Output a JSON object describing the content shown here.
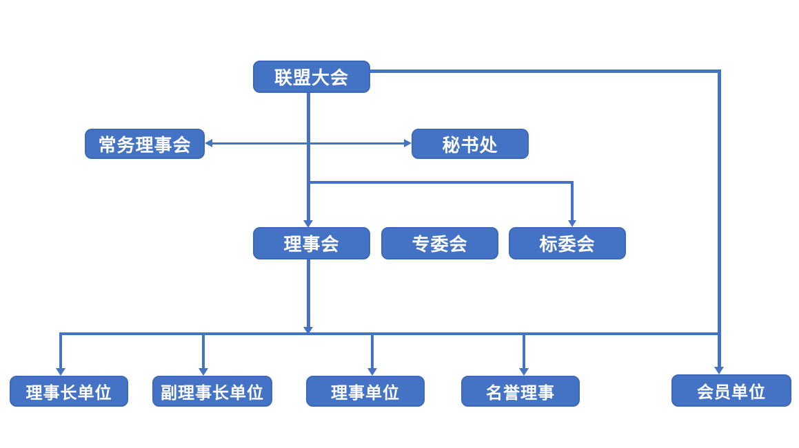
{
  "diagram": {
    "type": "org-chart",
    "nodes": [
      {
        "id": "alliance-congress",
        "label": "联盟大会"
      },
      {
        "id": "standing-council",
        "label": "常务理事会"
      },
      {
        "id": "secretariat",
        "label": "秘书处"
      },
      {
        "id": "council",
        "label": "理事会"
      },
      {
        "id": "special-committee",
        "label": "专委会"
      },
      {
        "id": "standards-committee",
        "label": "标委会"
      },
      {
        "id": "chairman-unit",
        "label": "理事长单位"
      },
      {
        "id": "vice-chairman-unit",
        "label": "副理事长单位"
      },
      {
        "id": "council-member-unit",
        "label": "理事单位"
      },
      {
        "id": "honorary-director",
        "label": "名誉理事"
      },
      {
        "id": "member-unit",
        "label": "会员单位"
      }
    ],
    "edges": [
      {
        "from": "alliance-congress",
        "to": "council",
        "style": "arrow"
      },
      {
        "from": "standing-council",
        "to": "secretariat",
        "style": "double-arrow"
      },
      {
        "from": "alliance-congress",
        "to": "standards-committee",
        "style": "arrow"
      },
      {
        "from": "alliance-congress",
        "to": "member-unit",
        "style": "arrow"
      },
      {
        "from": "council",
        "to": "chairman-unit",
        "style": "arrow"
      },
      {
        "from": "council",
        "to": "vice-chairman-unit",
        "style": "arrow"
      },
      {
        "from": "council",
        "to": "council-member-unit",
        "style": "arrow"
      },
      {
        "from": "council",
        "to": "honorary-director",
        "style": "arrow"
      }
    ],
    "colors": {
      "node_fill": "#4472C4",
      "node_border": "#3E68B8",
      "node_text": "#FFFFFF",
      "connector": "#4472C4",
      "background": "#FFFFFF"
    }
  }
}
